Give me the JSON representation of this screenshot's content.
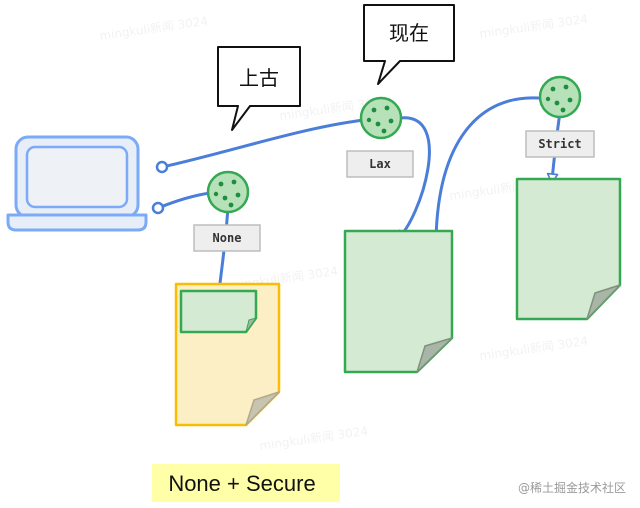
{
  "bubbles": {
    "past": "上古",
    "now": "现在"
  },
  "tags": {
    "none": "None",
    "lax": "Lax",
    "strict": "Strict"
  },
  "caption": "None + Secure",
  "credit": "@稀土掘金技术社区",
  "watermark": "mingkuli新闻 3024",
  "colors": {
    "laptop_fill": "#e8eef8",
    "laptop_stroke": "#7baaf7",
    "arrow": "#4a7ed8",
    "cookie_fill": "#b7e1b9",
    "cookie_stroke": "#34a853",
    "cookie_dot": "#1e8e3e",
    "doc_green_fill": "#d4ead3",
    "doc_green_stroke": "#34a853",
    "doc_yellow_fill": "#fdefc5",
    "doc_yellow_stroke": "#fbbc04",
    "caption_bg": "#ffffa8",
    "tag_fill": "#eeeeee",
    "tag_stroke": "#bdbdbd"
  },
  "icons": [
    "laptop-icon",
    "cookie-icon",
    "document-icon"
  ]
}
